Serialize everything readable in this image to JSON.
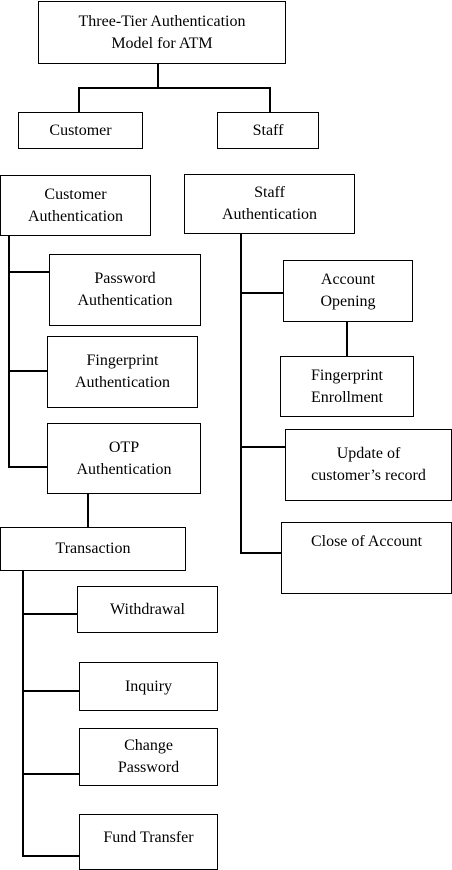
{
  "nodes": {
    "root": "Three-Tier Authentication\nModel for ATM",
    "customer": "Customer",
    "staff": "Staff",
    "customer_auth": "Customer\nAuthentication",
    "staff_auth": "Staff\nAuthentication",
    "password_auth": "Password\nAuthentication",
    "fingerprint_auth": "Fingerprint\nAuthentication",
    "otp_auth": "OTP\nAuthentication",
    "account_opening": "Account\nOpening",
    "fingerprint_enrollment": "Fingerprint\nEnrollment",
    "update_record": "Update of\ncustomer’s record",
    "close_account": "Close of Account",
    "transaction": "Transaction",
    "withdrawal": "Withdrawal",
    "inquiry": "Inquiry",
    "change_password": "Change\nPassword",
    "fund_transfer": "Fund Transfer"
  }
}
